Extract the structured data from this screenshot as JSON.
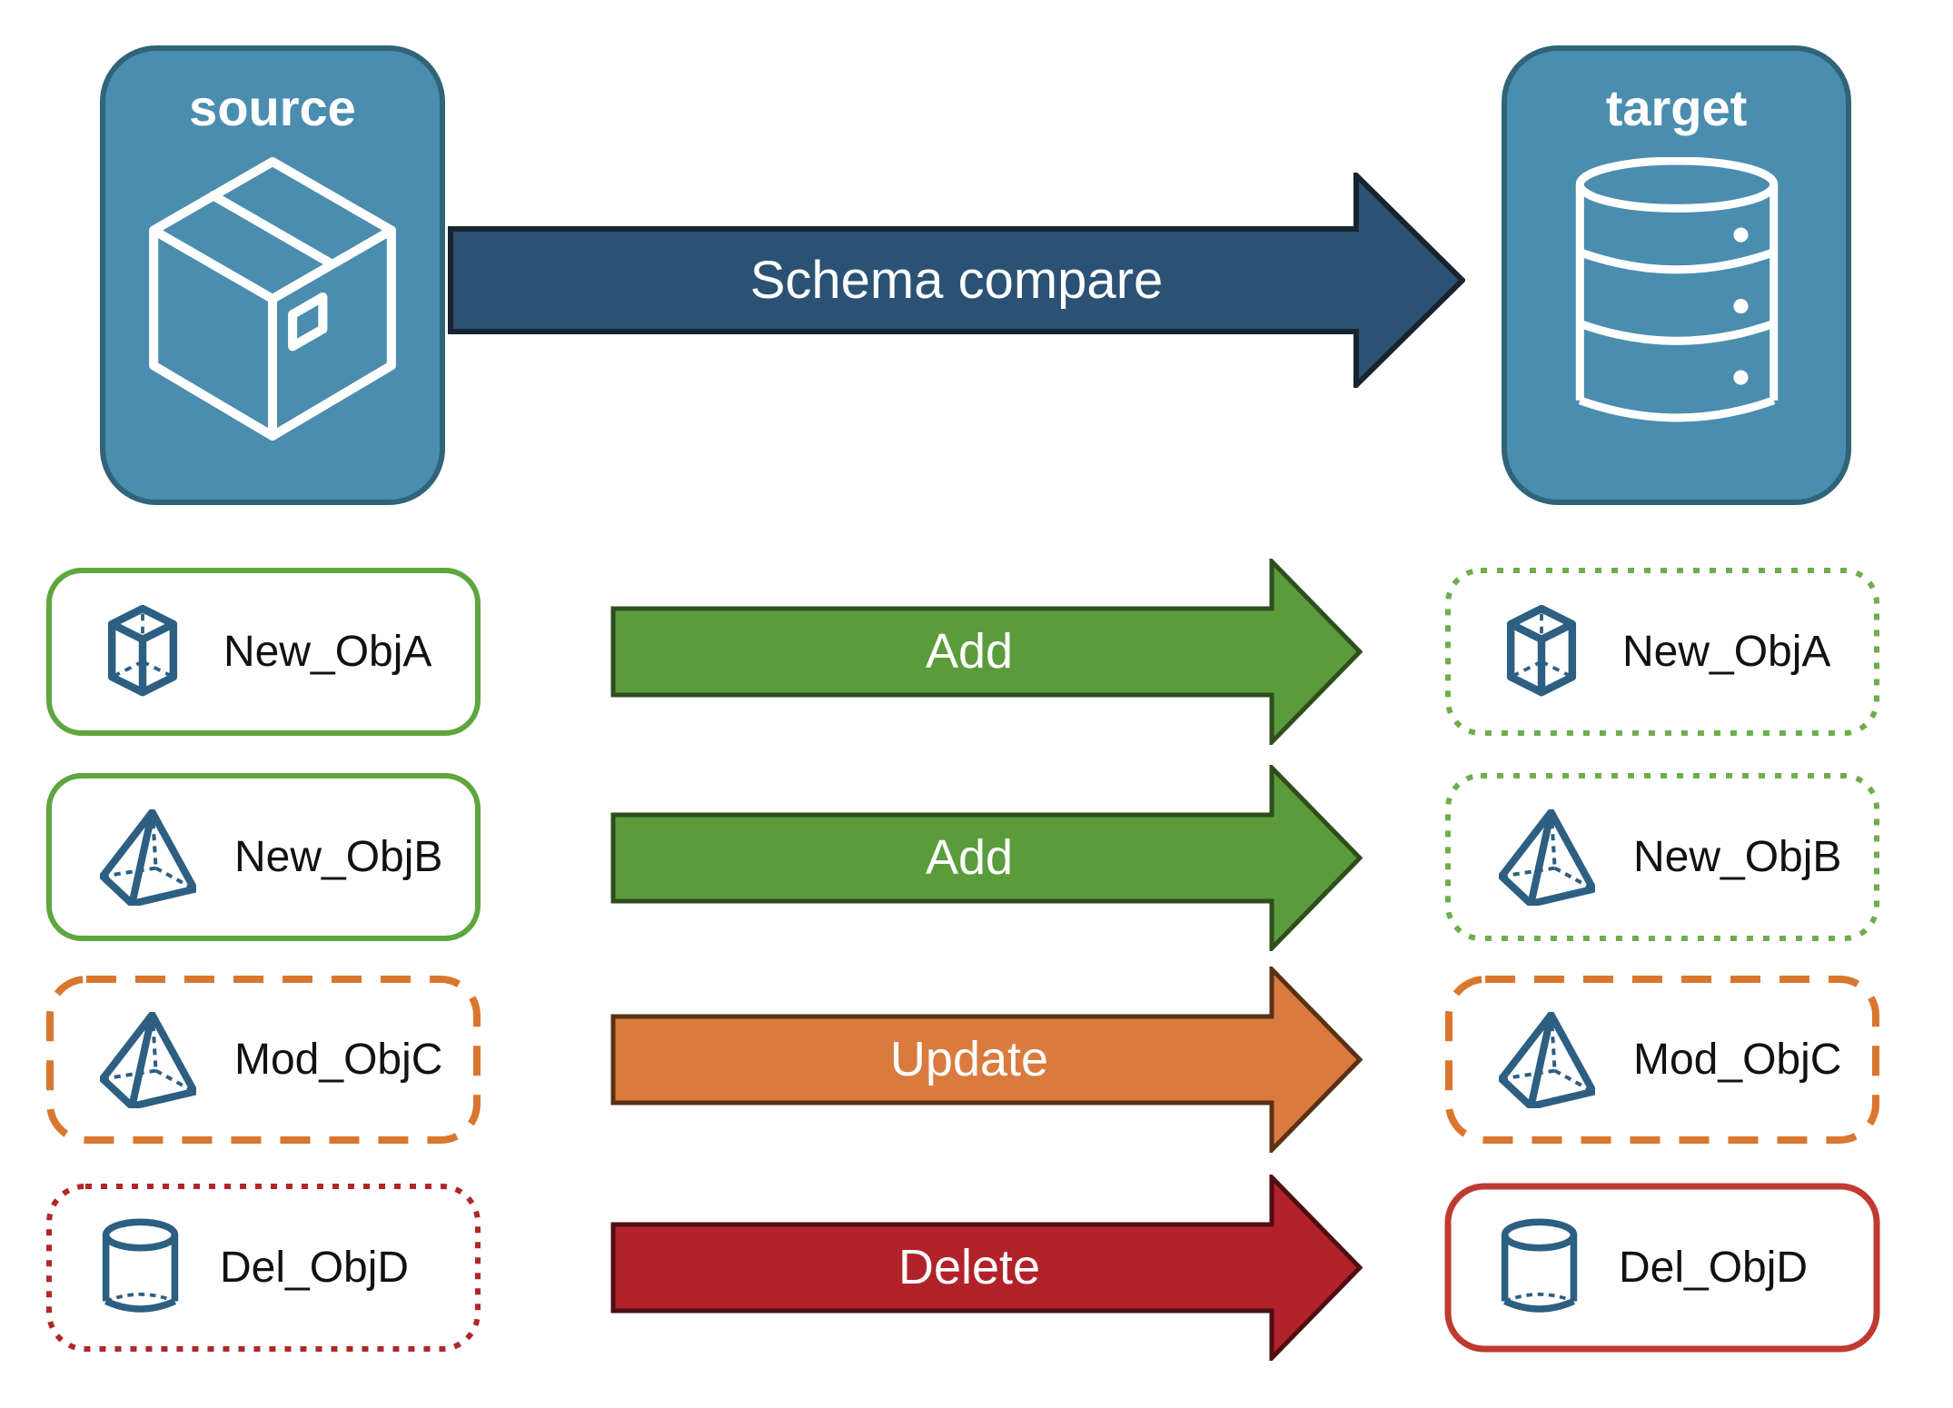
{
  "diagram_title": "Schema compare",
  "nodes": {
    "source": {
      "label": "source",
      "icon": "package-icon",
      "fill": "#4b8dae",
      "border": "#2f6479"
    },
    "target": {
      "label": "target",
      "icon": "database-icon",
      "fill": "#4b8dae",
      "border": "#2f6479"
    }
  },
  "compare_arrow": {
    "label": "Schema compare",
    "fill": "#2b5274"
  },
  "colors": {
    "icon_stroke": "#2d5f82",
    "add_arrow": "#5a9c3c",
    "update_arrow": "#d97b3e",
    "delete_arrow": "#b2222a",
    "green_solid_border": "#5ea63f",
    "green_dotted_border": "#6cae4c",
    "orange_dashed_border": "#d9772f",
    "red_dotted_border": "#b12727",
    "red_solid_border": "#bf3a31"
  },
  "rows": [
    {
      "source_object": "New_ObjA",
      "target_object": "New_ObjA",
      "action": "Add",
      "icon": "cube-icon",
      "arrow_fill": "#5a9c3c",
      "source_border_style": "green-solid",
      "target_border_style": "green-dotted"
    },
    {
      "source_object": "New_ObjB",
      "target_object": "New_ObjB",
      "action": "Add",
      "icon": "pyramid-icon",
      "arrow_fill": "#5a9c3c",
      "source_border_style": "green-solid",
      "target_border_style": "green-dotted"
    },
    {
      "source_object": "Mod_ObjC",
      "target_object": "Mod_ObjC",
      "action": "Update",
      "icon": "pyramid-icon",
      "arrow_fill": "#d97b3e",
      "source_border_style": "orange-dashed",
      "target_border_style": "orange-dashed"
    },
    {
      "source_object": "Del_ObjD",
      "target_object": "Del_ObjD",
      "action": "Delete",
      "icon": "cylinder-icon",
      "arrow_fill": "#b2222a",
      "source_border_style": "red-dotted",
      "target_border_style": "red-solid"
    }
  ]
}
